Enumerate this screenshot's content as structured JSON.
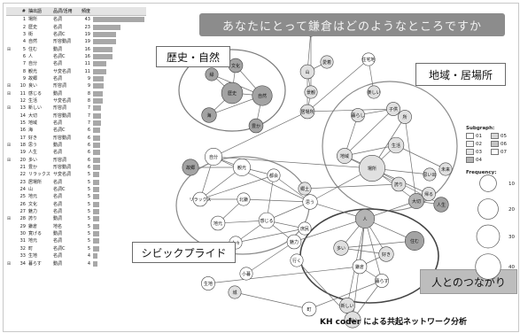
{
  "title": "あなたにとって鎌倉はどのようなところですか",
  "caption": "KH coder による共起ネットワーク分析",
  "group_labels": {
    "history_nature": "歴史・自然",
    "region_place": "地域・居場所",
    "civic_pride": "シビックプライド",
    "people_connection": "人とのつながり"
  },
  "table": {
    "headers": [
      "#",
      "抽出語",
      "品詞/活用",
      "頻度"
    ],
    "rows": [
      {
        "mark": "",
        "no": "1",
        "word": "場所",
        "pos": "名詞",
        "freq": 43
      },
      {
        "mark": "",
        "no": "2",
        "word": "歴史",
        "pos": "名詞",
        "freq": 23
      },
      {
        "mark": "",
        "no": "3",
        "word": "街",
        "pos": "名詞C",
        "freq": 19
      },
      {
        "mark": "",
        "no": "4",
        "word": "自然",
        "pos": "形容動詞",
        "freq": 19
      },
      {
        "mark": "⊞",
        "no": "5",
        "word": "住む",
        "pos": "動詞",
        "freq": 16
      },
      {
        "mark": "",
        "no": "6",
        "word": "人",
        "pos": "名詞C",
        "freq": 16
      },
      {
        "mark": "",
        "no": "7",
        "word": "自分",
        "pos": "名詞",
        "freq": 11
      },
      {
        "mark": "",
        "no": "8",
        "word": "観光",
        "pos": "サ変名詞",
        "freq": 11
      },
      {
        "mark": "",
        "no": "9",
        "word": "故郷",
        "pos": "名詞",
        "freq": 9
      },
      {
        "mark": "⊞",
        "no": "10",
        "word": "良い",
        "pos": "形容詞",
        "freq": 9
      },
      {
        "mark": "⊞",
        "no": "11",
        "word": "感じる",
        "pos": "動詞",
        "freq": 8
      },
      {
        "mark": "",
        "no": "12",
        "word": "生活",
        "pos": "サ変名詞",
        "freq": 8
      },
      {
        "mark": "⊞",
        "no": "13",
        "word": "新しい",
        "pos": "形容詞",
        "freq": 7
      },
      {
        "mark": "",
        "no": "14",
        "word": "大切",
        "pos": "形容動詞",
        "freq": 7
      },
      {
        "mark": "",
        "no": "15",
        "word": "地域",
        "pos": "名詞",
        "freq": 7
      },
      {
        "mark": "",
        "no": "16",
        "word": "海",
        "pos": "名詞C",
        "freq": 6
      },
      {
        "mark": "",
        "no": "17",
        "word": "好き",
        "pos": "形容動詞",
        "freq": 6
      },
      {
        "mark": "⊞",
        "no": "18",
        "word": "思う",
        "pos": "動詞",
        "freq": 6
      },
      {
        "mark": "",
        "no": "19",
        "word": "人生",
        "pos": "名詞",
        "freq": 6
      },
      {
        "mark": "⊞",
        "no": "20",
        "word": "多い",
        "pos": "形容詞",
        "freq": 6
      },
      {
        "mark": "",
        "no": "21",
        "word": "豊か",
        "pos": "形容動詞",
        "freq": 6
      },
      {
        "mark": "",
        "no": "22",
        "word": "リラックス",
        "pos": "サ変名詞",
        "freq": 5
      },
      {
        "mark": "",
        "no": "23",
        "word": "居場所",
        "pos": "名詞",
        "freq": 5
      },
      {
        "mark": "",
        "no": "24",
        "word": "山",
        "pos": "名詞C",
        "freq": 5
      },
      {
        "mark": "",
        "no": "25",
        "word": "地元",
        "pos": "名詞",
        "freq": 5
      },
      {
        "mark": "",
        "no": "26",
        "word": "文化",
        "pos": "名詞",
        "freq": 5
      },
      {
        "mark": "",
        "no": "27",
        "word": "魅力",
        "pos": "名詞",
        "freq": 5
      },
      {
        "mark": "⊞",
        "no": "28",
        "word": "誇り",
        "pos": "動詞",
        "freq": 5
      },
      {
        "mark": "",
        "no": "29",
        "word": "鎌倉",
        "pos": "地名",
        "freq": 5
      },
      {
        "mark": "",
        "no": "30",
        "word": "寛げる",
        "pos": "動詞",
        "freq": 5
      },
      {
        "mark": "",
        "no": "31",
        "word": "地元",
        "pos": "名詞",
        "freq": 5
      },
      {
        "mark": "",
        "no": "32",
        "word": "町",
        "pos": "名詞C",
        "freq": 5
      },
      {
        "mark": "",
        "no": "33",
        "word": "生地",
        "pos": "名詞",
        "freq": 4
      },
      {
        "mark": "⊞",
        "no": "34",
        "word": "暮らす",
        "pos": "動詞",
        "freq": 4
      }
    ]
  },
  "legend": {
    "subgraph_title": "Subgraph:",
    "subgraph_items": [
      "01",
      "05",
      "02",
      "06",
      "03",
      "07",
      "04"
    ],
    "subgraph_colors": [
      "#ffffff",
      "#d6d6d6",
      "#f4f4f4",
      "#c4c4c4",
      "#e6e6e6",
      "#ffffff",
      "#b4b4b4"
    ],
    "frequency_title": "Frequency:",
    "frequency_values": [
      "10",
      "20",
      "30",
      "40"
    ]
  },
  "network": {
    "nodes": [
      {
        "id": "rekishi",
        "label": "歴史",
        "freq": 23,
        "color": "#a3a3a3"
      },
      {
        "id": "shizen",
        "label": "自然",
        "freq": 19,
        "color": "#a3a3a3"
      },
      {
        "id": "bunka",
        "label": "文化",
        "freq": 5,
        "color": "#a3a3a3"
      },
      {
        "id": "mizuumi",
        "label": "海",
        "freq": 6,
        "color": "#a3a3a3"
      },
      {
        "id": "yutaka",
        "label": "豊か",
        "freq": 5,
        "color": "#a3a3a3"
      },
      {
        "id": "midori",
        "label": "緑",
        "freq": 3,
        "color": "#a3a3a3"
      },
      {
        "id": "tera",
        "label": "寺",
        "freq": 3,
        "color": "#e0e0e0"
      },
      {
        "id": "yama",
        "label": "山",
        "freq": 5,
        "color": "#e0e0e0"
      },
      {
        "id": "ai",
        "label": "愛着",
        "freq": 3,
        "color": "#e0e0e0"
      },
      {
        "id": "keikan",
        "label": "景観",
        "freq": 3,
        "color": "#e0e0e0"
      },
      {
        "id": "juutaku",
        "label": "住宅地",
        "freq": 3,
        "color": "#ffffff"
      },
      {
        "id": "idokoro",
        "label": "居場所",
        "freq": 5,
        "color": "#e0e0e0"
      },
      {
        "id": "tanoshii",
        "label": "楽しい",
        "freq": 3,
        "color": "#e0e0e0"
      },
      {
        "id": "kurashi",
        "label": "暮らし",
        "freq": 4,
        "color": "#e0e0e0"
      },
      {
        "id": "kodomo",
        "label": "子供",
        "freq": 4,
        "color": "#e0e0e0"
      },
      {
        "id": "chiiki",
        "label": "地域",
        "freq": 7,
        "color": "#e0e0e0"
      },
      {
        "id": "basho",
        "label": "場所",
        "freq": 43,
        "color": "#e0e0e0"
      },
      {
        "id": "seikatsu",
        "label": "生活",
        "freq": 8,
        "color": "#e0e0e0"
      },
      {
        "id": "tokoro",
        "label": "所",
        "freq": 4,
        "color": "#e0e0e0"
      },
      {
        "id": "omoide",
        "label": "思い出",
        "freq": 3,
        "color": "#e0e0e0"
      },
      {
        "id": "kaeru",
        "label": "帰る",
        "freq": 4,
        "color": "#e0e0e0"
      },
      {
        "id": "mirai",
        "label": "未来",
        "freq": 3,
        "color": "#e0e0e0"
      },
      {
        "id": "taisetsu",
        "label": "大切",
        "freq": 7,
        "color": "#b4b4b4"
      },
      {
        "id": "jinsei",
        "label": "人生",
        "freq": 6,
        "color": "#a3a3a3"
      },
      {
        "id": "hokori",
        "label": "誇り",
        "freq": 5,
        "color": "#e0e0e0"
      },
      {
        "id": "kyodo",
        "label": "郷土",
        "freq": 3,
        "color": "#e0e0e0"
      },
      {
        "id": "jibun",
        "label": "自分",
        "freq": 11,
        "color": "#ffffff"
      },
      {
        "id": "kokyo",
        "label": "故郷",
        "freq": 9,
        "color": "#a3a3a3"
      },
      {
        "id": "kanko",
        "label": "観光",
        "freq": 11,
        "color": "#ffffff"
      },
      {
        "id": "tokai",
        "label": "都会",
        "freq": 3,
        "color": "#ffffff"
      },
      {
        "id": "relax",
        "label": "リラックス",
        "freq": 5,
        "color": "#ffffff"
      },
      {
        "id": "hokan",
        "label": "北鎌",
        "freq": 3,
        "color": "#ffffff"
      },
      {
        "id": "omou",
        "label": "思う",
        "freq": 6,
        "color": "#ffffff"
      },
      {
        "id": "kanjiru",
        "label": "感じる",
        "freq": 8,
        "color": "#ffffff"
      },
      {
        "id": "jimoto",
        "label": "地元",
        "freq": 5,
        "color": "#ffffff"
      },
      {
        "id": "shomin",
        "label": "庶民",
        "freq": 3,
        "color": "#ffffff"
      },
      {
        "id": "hitobito",
        "label": "人々",
        "freq": 3,
        "color": "#ffffff"
      },
      {
        "id": "miryoku",
        "label": "魅力",
        "freq": 5,
        "color": "#ffffff"
      },
      {
        "id": "kogure",
        "label": "小暮",
        "freq": 3,
        "color": "#ffffff"
      },
      {
        "id": "hito",
        "label": "人",
        "freq": 16,
        "color": "#b4b4b4"
      },
      {
        "id": "sumu",
        "label": "住む",
        "freq": 16,
        "color": "#a3a3a3"
      },
      {
        "id": "ooi",
        "label": "多い",
        "freq": 6,
        "color": "#e0e0e0"
      },
      {
        "id": "suki",
        "label": "好き",
        "freq": 6,
        "color": "#e0e0e0"
      },
      {
        "id": "kamakura",
        "label": "鎌倉",
        "freq": 5,
        "color": "#ffffff"
      },
      {
        "id": "kurasu",
        "label": "暮らす",
        "freq": 4,
        "color": "#ffffff"
      },
      {
        "id": "atarashii",
        "label": "新しい",
        "freq": 7,
        "color": "#e0e0e0"
      },
      {
        "id": "yoi",
        "label": "良い",
        "freq": 9,
        "color": "#e0e0e0"
      },
      {
        "id": "iku",
        "label": "行く",
        "freq": 3,
        "color": "#ffffff"
      },
      {
        "id": "shiro",
        "label": "城",
        "freq": 3,
        "color": "#e0e0e0"
      },
      {
        "id": "machi",
        "label": "町",
        "freq": 5,
        "color": "#ffffff"
      },
      {
        "id": "seichi",
        "label": "生地",
        "freq": 4,
        "color": "#ffffff"
      }
    ],
    "edges": [
      [
        "rekishi",
        "shizen"
      ],
      [
        "rekishi",
        "bunka"
      ],
      [
        "rekishi",
        "mizuumi"
      ],
      [
        "rekishi",
        "midori"
      ],
      [
        "shizen",
        "bunka"
      ],
      [
        "shizen",
        "yutaka"
      ],
      [
        "shizen",
        "midori"
      ],
      [
        "shizen",
        "mizuumi"
      ],
      [
        "tera",
        "yama"
      ],
      [
        "yama",
        "ai"
      ],
      [
        "yama",
        "keikan"
      ],
      [
        "tera",
        "keikan"
      ],
      [
        "yama",
        "idokoro"
      ],
      [
        "keikan",
        "idokoro"
      ],
      [
        "tanoshii",
        "juutaku"
      ],
      [
        "idokoro",
        "juutaku"
      ],
      [
        "idokoro",
        "kodomo"
      ],
      [
        "idokoro",
        "jibun"
      ],
      [
        "kodomo",
        "chiiki"
      ],
      [
        "kurashi",
        "chiiki"
      ],
      [
        "kurashi",
        "kodomo"
      ],
      [
        "chiiki",
        "basho"
      ],
      [
        "chiiki",
        "seikatsu"
      ],
      [
        "basho",
        "seikatsu"
      ],
      [
        "basho",
        "tokoro"
      ],
      [
        "basho",
        "omoide"
      ],
      [
        "basho",
        "kaeru"
      ],
      [
        "basho",
        "taisetsu"
      ],
      [
        "basho",
        "jinsei"
      ],
      [
        "seikatsu",
        "mirai"
      ],
      [
        "tokoro",
        "taisetsu"
      ],
      [
        "jinsei",
        "taisetsu"
      ],
      [
        "basho",
        "omou"
      ],
      [
        "basho",
        "jibun"
      ],
      [
        "chiiki",
        "hokori"
      ],
      [
        "hokori",
        "kyodo"
      ],
      [
        "jibun",
        "relax"
      ],
      [
        "jibun",
        "kanko"
      ],
      [
        "jibun",
        "omou"
      ],
      [
        "kanko",
        "tokai"
      ],
      [
        "kanko",
        "relax"
      ],
      [
        "tokai",
        "relax"
      ],
      [
        "relax",
        "hokan"
      ],
      [
        "hokan",
        "omou"
      ],
      [
        "tokai",
        "omou"
      ],
      [
        "tokai",
        "kanjiru"
      ],
      [
        "omou",
        "kanjiru"
      ],
      [
        "kanjiru",
        "jimoto"
      ],
      [
        "kanjiru",
        "shomin"
      ],
      [
        "shomin",
        "hitobito"
      ],
      [
        "kanjiru",
        "hitobito"
      ],
      [
        "jimoto",
        "hokan"
      ],
      [
        "kokyo",
        "kanko"
      ],
      [
        "kanjiru",
        "miryoku"
      ],
      [
        "miryoku",
        "kogure"
      ],
      [
        "hito",
        "sumu"
      ],
      [
        "hito",
        "ooi"
      ],
      [
        "hito",
        "suki"
      ],
      [
        "hito",
        "kamakura"
      ],
      [
        "hito",
        "kurasu"
      ],
      [
        "hito",
        "atarashii"
      ],
      [
        "hito",
        "yoi"
      ],
      [
        "sumu",
        "ooi"
      ],
      [
        "ooi",
        "suki"
      ],
      [
        "suki",
        "kamakura"
      ],
      [
        "kamakura",
        "kurasu"
      ],
      [
        "kurasu",
        "yoi"
      ],
      [
        "atarashii",
        "yoi"
      ],
      [
        "yoi",
        "iku"
      ],
      [
        "hito",
        "omou"
      ],
      [
        "hito",
        "miryoku"
      ],
      [
        "machi",
        "kurasu"
      ],
      [
        "seichi",
        "kamakura"
      ],
      [
        "hito",
        "taisetsu"
      ],
      [
        "kaeru",
        "taisetsu"
      ],
      [
        "shiro",
        "machi"
      ]
    ]
  }
}
